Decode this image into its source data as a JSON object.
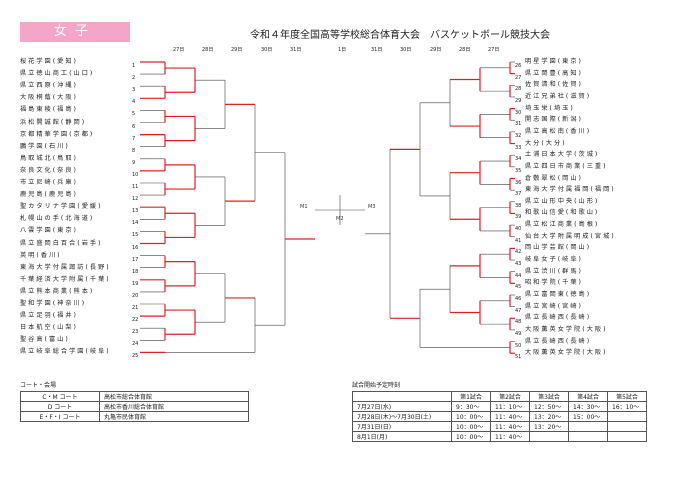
{
  "header": {
    "badge": "女子",
    "title": "令和４年度全国高等学校総合体育大会　バスケットボール競技大会"
  },
  "dates": [
    "27日",
    "28日",
    "29日",
    "30日",
    "31日",
    "1日",
    "31日",
    "30日",
    "29日",
    "28日",
    "27日"
  ],
  "left_teams": [
    {
      "no": "1",
      "name": "桜花学園(愛知)"
    },
    {
      "no": "2",
      "name": "県立徳山商工(山口)"
    },
    {
      "no": "3",
      "name": "県立西原(沖縄)"
    },
    {
      "no": "4",
      "name": "大阪桐蔭(大阪)"
    },
    {
      "no": "5",
      "name": "福島東稜(福島)"
    },
    {
      "no": "6",
      "name": "浜松開誠館(静岡)"
    },
    {
      "no": "7",
      "name": "京都精華学園(京都)"
    },
    {
      "no": "8",
      "name": "鵬学園(石川)"
    },
    {
      "no": "9",
      "name": "鳥取城北(鳥取)"
    },
    {
      "no": "10",
      "name": "奈良文化(奈良)"
    },
    {
      "no": "11",
      "name": "市立尼崎(兵庫)"
    },
    {
      "no": "12",
      "name": "鹿児島(鹿児島)"
    },
    {
      "no": "13",
      "name": "聖カタリナ学園(愛媛)"
    },
    {
      "no": "14",
      "name": "札幌山の手(北海道)"
    },
    {
      "no": "15",
      "name": "八雲学園(東京)"
    },
    {
      "no": "16",
      "name": "県立盛岡白百合(岩手)"
    },
    {
      "no": "17",
      "name": "英明(香川)"
    },
    {
      "no": "18",
      "name": "東海大学付属諏訪(長野)"
    },
    {
      "no": "19",
      "name": "千葉経済大学附属(千葉)"
    },
    {
      "no": "20",
      "name": "県立熊本商業(熊本)"
    },
    {
      "no": "21",
      "name": "聖和学園(神奈川)"
    },
    {
      "no": "22",
      "name": "県立足羽(福井)"
    },
    {
      "no": "23",
      "name": "日本航空(山梨)"
    },
    {
      "no": "24",
      "name": "聖谷高(富山)"
    },
    {
      "no": "25",
      "name": "県立岐阜総合学園(岐阜)"
    }
  ],
  "right_teams": [
    {
      "no": "26",
      "name": "明星学園(東京)"
    },
    {
      "no": "27",
      "name": "県立岡豊(高知)"
    },
    {
      "no": "28",
      "name": "佐賀清和(佐賀)"
    },
    {
      "no": "29",
      "name": "近江兄弟社(滋賀)"
    },
    {
      "no": "30",
      "name": "埼玉栄(埼玉)"
    },
    {
      "no": "31",
      "name": "開志国際(新潟)"
    },
    {
      "no": "32",
      "name": "県立高松南(香川)"
    },
    {
      "no": "33",
      "name": "大分(大分)"
    },
    {
      "no": "34",
      "name": "土浦日本大学(茨城)"
    },
    {
      "no": "35",
      "name": "県立四日市商業(三重)"
    },
    {
      "no": "36",
      "name": "倉敷翠松(岡山)"
    },
    {
      "no": "37",
      "name": "東海大学付属福岡(福岡)"
    },
    {
      "no": "38",
      "name": "県立山形中央(山形)"
    },
    {
      "no": "39",
      "name": "和歌山信愛(和歌山)"
    },
    {
      "no": "40",
      "name": "県立松江商業(島根)"
    },
    {
      "no": "41",
      "name": "仙台大学附属明成(宮城)"
    },
    {
      "no": "42",
      "name": "岡山学芸館(岡山)"
    },
    {
      "no": "43",
      "name": "岐阜女子(岐阜)"
    },
    {
      "no": "44",
      "name": "県立渋川(群馬)"
    },
    {
      "no": "45",
      "name": "昭和学院(千葉)"
    },
    {
      "no": "46",
      "name": "県立富岡東(徳島)"
    },
    {
      "no": "47",
      "name": "県立宮崎(宮崎)"
    },
    {
      "no": "48",
      "name": "県立長崎西(長崎)"
    },
    {
      "no": "49",
      "name": "大阪薫英女学院(大阪)"
    },
    {
      "no": "50",
      "name": "県立長崎西(長崎)"
    },
    {
      "no": "51",
      "name": "大阪薫英女学院(大阪)"
    }
  ],
  "court": {
    "heading": "コート・会場",
    "rows": [
      {
        "court": "C・M コート",
        "venue": "高松市総合体育館"
      },
      {
        "court": "D コート",
        "venue": "高松市香川総合体育館"
      },
      {
        "court": "E・F・I コート",
        "venue": "丸亀市民体育館"
      }
    ]
  },
  "schedule": {
    "heading": "試合開始予定時刻",
    "columns": [
      "第1試合",
      "第2試合",
      "第3試合",
      "第4試合",
      "第5試合"
    ],
    "rows": [
      {
        "date": "7月27日(水)",
        "times": [
          "9：30～",
          "11：10～",
          "12：50～",
          "14：30～",
          "16：10～"
        ]
      },
      {
        "date": "7月28日(木)～7月30日(土)",
        "times": [
          "10：00～",
          "11：40～",
          "13：20～",
          "15：00～",
          ""
        ]
      },
      {
        "date": "7月31日(日)",
        "times": [
          "10：00～",
          "11：40～",
          "13：20～",
          "",
          ""
        ]
      },
      {
        "date": "8月1日(月)",
        "times": [
          "10：00～",
          "11：40～",
          "",
          "",
          ""
        ]
      }
    ]
  },
  "match_labels": [
    "M1",
    "M2",
    "M3"
  ]
}
